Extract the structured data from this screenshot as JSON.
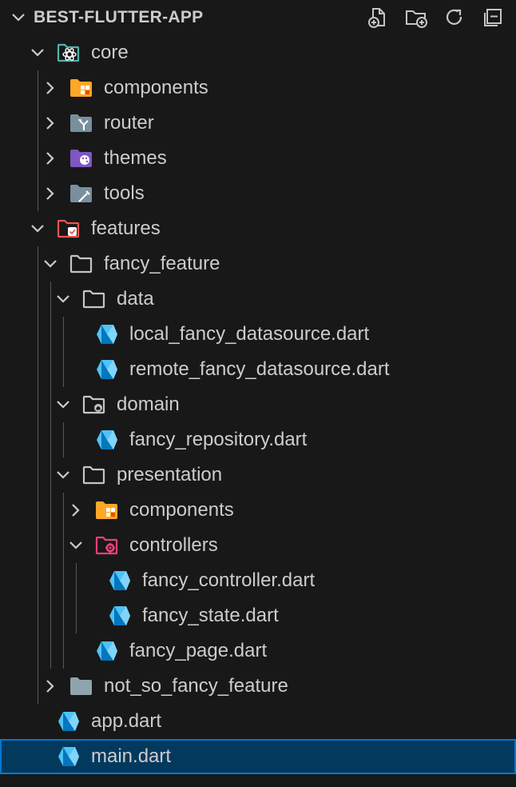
{
  "explorer": {
    "title": "BEST-FLUTTER-APP",
    "actions": [
      {
        "name": "new-file-button",
        "icon": "new-file-icon"
      },
      {
        "name": "new-folder-button",
        "icon": "new-folder-icon"
      },
      {
        "name": "refresh-button",
        "icon": "refresh-icon"
      },
      {
        "name": "collapse-all-button",
        "icon": "collapse-all-icon"
      }
    ]
  },
  "tree": [
    {
      "label": "core",
      "depth": 0,
      "type": "folder",
      "expanded": true,
      "icon": "folder-core-icon",
      "color": "#4db6ac"
    },
    {
      "label": "components",
      "depth": 1,
      "type": "folder",
      "expanded": false,
      "icon": "folder-components-icon",
      "color": "#ffa726"
    },
    {
      "label": "router",
      "depth": 1,
      "type": "folder",
      "expanded": false,
      "icon": "folder-router-icon",
      "color": "#78909c"
    },
    {
      "label": "themes",
      "depth": 1,
      "type": "folder",
      "expanded": false,
      "icon": "folder-themes-icon",
      "color": "#7e57c2"
    },
    {
      "label": "tools",
      "depth": 1,
      "type": "folder",
      "expanded": false,
      "icon": "folder-tools-icon",
      "color": "#78909c"
    },
    {
      "label": "features",
      "depth": 0,
      "type": "folder",
      "expanded": true,
      "icon": "folder-features-icon",
      "color": "#ef5350"
    },
    {
      "label": "fancy_feature",
      "depth": 1,
      "type": "folder",
      "expanded": true,
      "icon": "folder-outline-icon",
      "color": "#c5c5c5"
    },
    {
      "label": "data",
      "depth": 2,
      "type": "folder",
      "expanded": true,
      "icon": "folder-outline-icon",
      "color": "#c5c5c5"
    },
    {
      "label": "local_fancy_datasource.dart",
      "depth": 3,
      "type": "file",
      "icon": "dart-file-icon",
      "color": "#4fc3f7"
    },
    {
      "label": "remote_fancy_datasource.dart",
      "depth": 3,
      "type": "file",
      "icon": "dart-file-icon",
      "color": "#4fc3f7"
    },
    {
      "label": "domain",
      "depth": 2,
      "type": "folder",
      "expanded": true,
      "icon": "folder-domain-icon",
      "color": "#c5c5c5"
    },
    {
      "label": "fancy_repository.dart",
      "depth": 3,
      "type": "file",
      "icon": "dart-file-icon",
      "color": "#4fc3f7"
    },
    {
      "label": "presentation",
      "depth": 2,
      "type": "folder",
      "expanded": true,
      "icon": "folder-outline-icon",
      "color": "#c5c5c5"
    },
    {
      "label": "components",
      "depth": 3,
      "type": "folder",
      "expanded": false,
      "icon": "folder-components-icon",
      "color": "#ffa726"
    },
    {
      "label": "controllers",
      "depth": 3,
      "type": "folder",
      "expanded": true,
      "icon": "folder-controllers-icon",
      "color": "#ec407a"
    },
    {
      "label": "fancy_controller.dart",
      "depth": 4,
      "type": "file",
      "icon": "dart-file-icon",
      "color": "#4fc3f7"
    },
    {
      "label": "fancy_state.dart",
      "depth": 4,
      "type": "file",
      "icon": "dart-file-icon",
      "color": "#4fc3f7"
    },
    {
      "label": "fancy_page.dart",
      "depth": 3,
      "type": "file",
      "icon": "dart-file-icon",
      "color": "#4fc3f7"
    },
    {
      "label": "not_so_fancy_feature",
      "depth": 1,
      "type": "folder",
      "expanded": false,
      "icon": "folder-filled-icon",
      "color": "#90a4ae"
    },
    {
      "label": "app.dart",
      "depth": 0,
      "type": "file",
      "icon": "dart-file-icon",
      "color": "#4fc3f7"
    },
    {
      "label": "main.dart",
      "depth": 0,
      "type": "file",
      "icon": "dart-file-icon",
      "color": "#4fc3f7",
      "selected": true
    }
  ]
}
